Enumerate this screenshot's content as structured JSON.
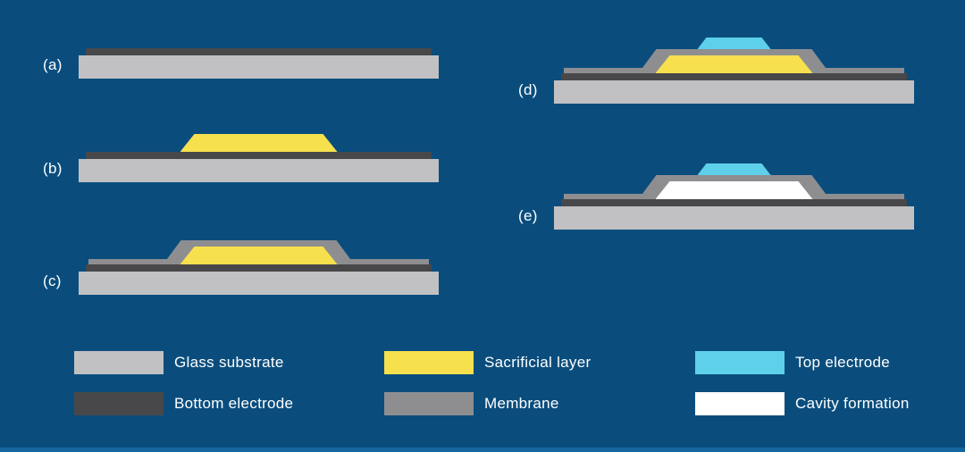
{
  "colors": {
    "background": "#0a4d7d",
    "glass_substrate": "#c1c1c3",
    "bottom_electrode": "#48484a",
    "sacrificial_layer": "#f6e04e",
    "membrane": "#8e8e91",
    "top_electrode": "#5ed0ea",
    "cavity": "#ffffff",
    "label_text": "#ffffff",
    "accent_bar": "#15659f"
  },
  "steps": [
    {
      "id": "a",
      "label": "(a)",
      "layers": [
        "glass_substrate",
        "bottom_electrode"
      ]
    },
    {
      "id": "b",
      "label": "(b)",
      "layers": [
        "glass_substrate",
        "bottom_electrode",
        "sacrificial_layer"
      ]
    },
    {
      "id": "c",
      "label": "(c)",
      "layers": [
        "glass_substrate",
        "bottom_electrode",
        "sacrificial_layer",
        "membrane"
      ]
    },
    {
      "id": "d",
      "label": "(d)",
      "layers": [
        "glass_substrate",
        "bottom_electrode",
        "sacrificial_layer",
        "membrane",
        "top_electrode"
      ]
    },
    {
      "id": "e",
      "label": "(e)",
      "layers": [
        "glass_substrate",
        "bottom_electrode",
        "membrane",
        "cavity",
        "top_electrode"
      ]
    }
  ],
  "legend": {
    "items": [
      {
        "label": "Glass substrate",
        "color_key": "glass_substrate"
      },
      {
        "label": "Bottom electrode",
        "color_key": "bottom_electrode"
      },
      {
        "label": "Sacrificial layer",
        "color_key": "sacrificial_layer"
      },
      {
        "label": "Membrane",
        "color_key": "membrane"
      },
      {
        "label": "Top electrode",
        "color_key": "top_electrode"
      },
      {
        "label": "Cavity formation",
        "color_key": "cavity"
      }
    ]
  }
}
